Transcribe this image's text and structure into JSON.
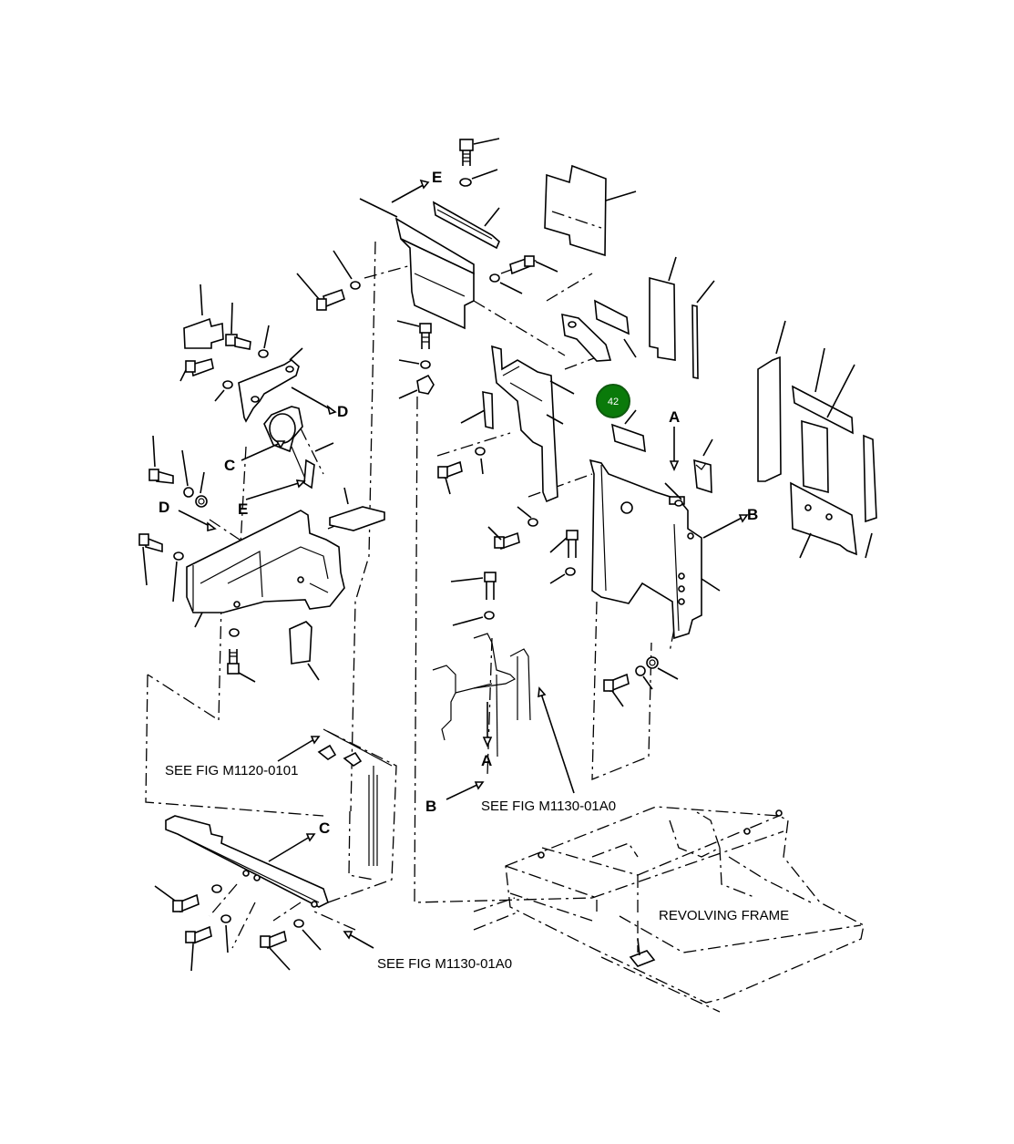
{
  "diagram": {
    "letters": {
      "e_top": "E",
      "d_left": "D",
      "c_left": "C",
      "e_mid": "E",
      "d_mid": "D",
      "a_right": "A",
      "b_right": "B",
      "a_bottom": "A",
      "b_bottom": "B",
      "c_bottom": "C"
    },
    "references": {
      "see_fig_1": "SEE FIG M1120-0101",
      "see_fig_2": "SEE FIG M1130-01A0",
      "see_fig_3": "SEE FIG M1130-01A0",
      "revolving_frame": "REVOLVING FRAME"
    },
    "callout": {
      "number": "42",
      "color": "#0a7a0a"
    }
  }
}
